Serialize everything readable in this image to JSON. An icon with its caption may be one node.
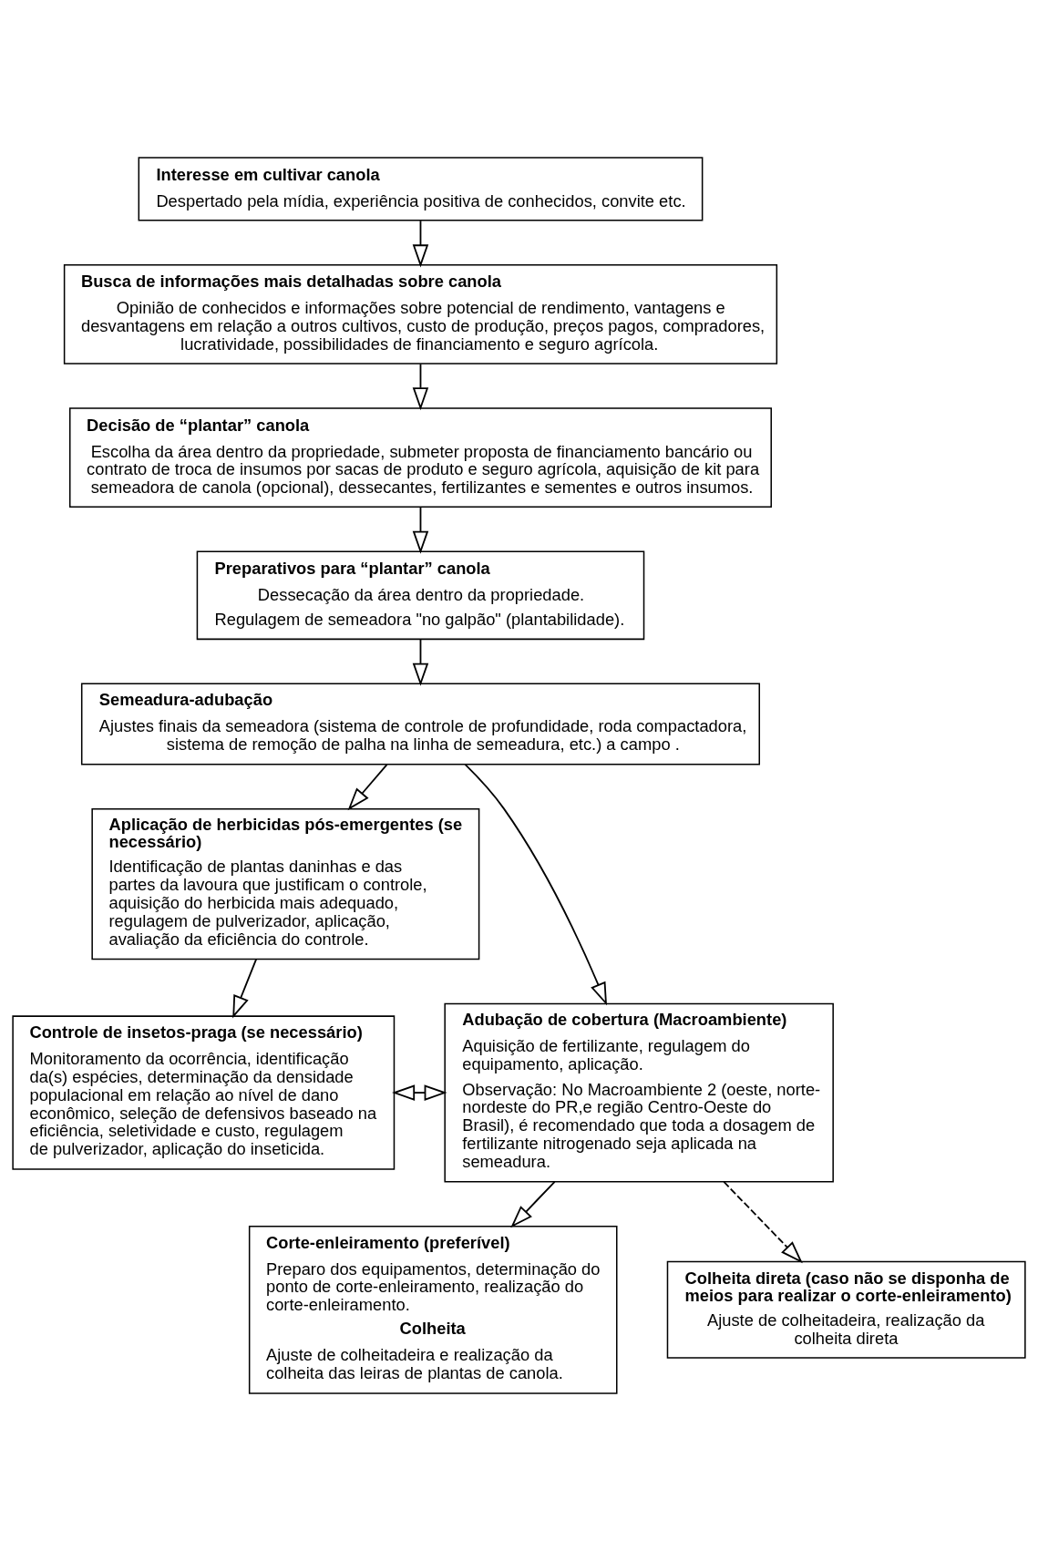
{
  "diagram": {
    "nodes": [
      {
        "text": [
          "Interesse em cultivar canola",
          "Despertado pela mídia, experiência positiva de conhecidos, convite etc."
        ]
      },
      {
        "text": [
          "Busca de informações mais detalhadas sobre canola",
          "Opinião de conhecidos e informações sobre potencial de rendimento, vantagens e desvantagens em relação a outros cultivos, custo de produção, preços pagos, compradores, lucratividade, possibilidades de financiamento e seguro agrícola."
        ]
      },
      {
        "text": [
          "Decisão de “plantar” canola",
          "Escolha da área dentro da propriedade, submeter proposta de financiamento bancário ou contrato de troca de insumos por sacas de produto e seguro agrícola, aquisição de kit para semeadora de canola (opcional), dessecantes, fertilizantes e sementes e outros insumos."
        ]
      },
      {
        "text": [
          "Preparativos para “plantar” canola",
          "Dessecação da área dentro da propriedade.",
          "Regulagem de semeadora \"no galpão\" (plantabilidade)."
        ]
      },
      {
        "text": [
          "Semeadura-adubação",
          "Ajustes finais da semeadora (sistema de controle de profundidade, roda compactadora, sistema de remoção de palha na linha de semeadura, etc.) a campo ."
        ]
      },
      {
        "text": [
          "Aplicação de herbicidas pós-emergentes (se necessário)",
          "Identificação de plantas daninhas e das partes da lavoura que justificam o controle, aquisição do herbicida mais adequado, regulagem de pulverizador, aplicação, avaliação da eficiência do controle."
        ]
      },
      {
        "text": [
          "Adubação de cobertura (Macroambiente)",
          "Aquisição de fertilizante, regulagem do equipamento, aplicação.",
          "Observação: No Macroambiente 2 (oeste, norte-nordeste do PR,e região Centro-Oeste do Brasil), é recomendado que toda a dosagem de fertilizante nitrogenado seja aplicada na semeadura."
        ]
      },
      {
        "text": [
          "Controle de insetos-praga (se necessário)",
          "Monitoramento da ocorrência, identificação da(s) espécies, determinação da densidade populacional em relação ao nível de dano econômico, seleção de defensivos baseado na eficiência, seletividade e custo, regulagem de pulverizador, aplicação do inseticida."
        ]
      },
      {
        "text": [
          "Corte-enleiramento (preferível)",
          "Preparo dos equipamentos, determinação do ponto de corte-enleiramento, realização do corte-enleiramento.",
          "Colheita",
          "Ajuste de colheitadeira e realização da colheita das leiras de plantas de canola."
        ]
      },
      {
        "text": [
          "Colheita direta (caso não se disponha de meios para realizar o corte-enleiramento)",
          "Ajuste de colheitadeira, realização da colheita direta"
        ]
      }
    ],
    "edges": [
      {
        "from": 0,
        "to": 1,
        "arrow": "to"
      },
      {
        "from": 1,
        "to": 2,
        "arrow": "to"
      },
      {
        "from": 2,
        "to": 3,
        "arrow": "to"
      },
      {
        "from": 3,
        "to": 4,
        "arrow": "to"
      },
      {
        "from": 4,
        "to": 6,
        "arrow": "to"
      },
      {
        "from": 4,
        "to": 5,
        "arrow": "to"
      },
      {
        "from": 5,
        "to": 7,
        "arrow": "to"
      },
      {
        "from": 6,
        "to": 7,
        "arrow": "both"
      },
      {
        "from": 6,
        "to": 8,
        "arrow": "to"
      },
      {
        "from": 6,
        "to": 9,
        "arrow": "to",
        "style": "dashed"
      }
    ]
  }
}
